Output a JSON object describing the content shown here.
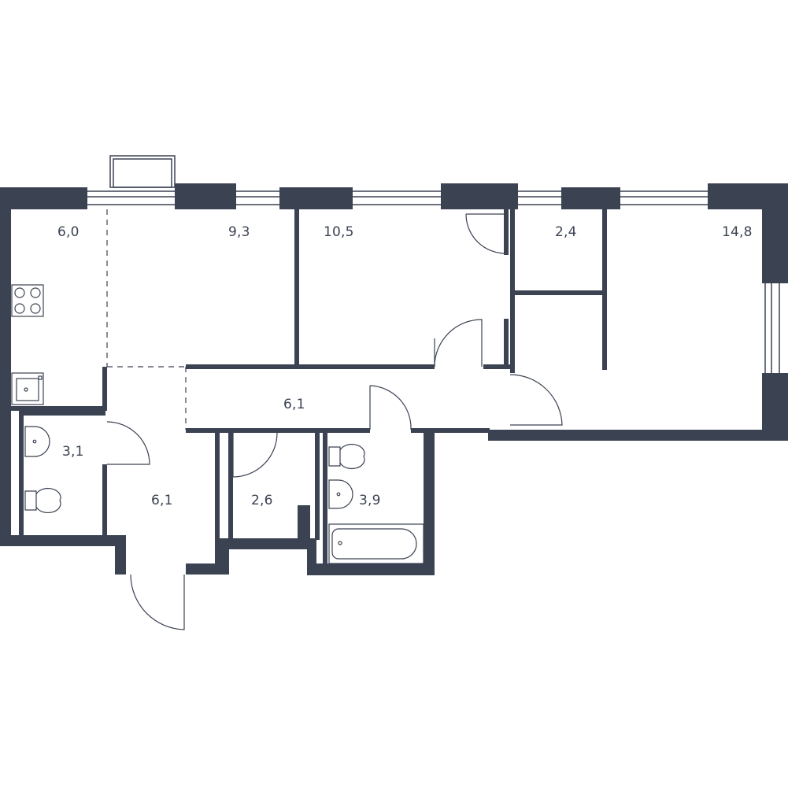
{
  "rooms": [
    {
      "id": "kitchen",
      "area": "6,0"
    },
    {
      "id": "living",
      "area": "9,3"
    },
    {
      "id": "bedroom-1",
      "area": "10,5"
    },
    {
      "id": "closet",
      "area": "2,4"
    },
    {
      "id": "bedroom-2",
      "area": "14,8"
    },
    {
      "id": "hall",
      "area": "6,1"
    },
    {
      "id": "bathroom-small",
      "area": "3,1"
    },
    {
      "id": "entrance",
      "area": "6,1"
    },
    {
      "id": "storage",
      "area": "2,6"
    },
    {
      "id": "bathroom-large",
      "area": "3,9"
    }
  ],
  "colors": {
    "wall": "#3b4252",
    "line": "#3b4252",
    "background": "#ffffff"
  }
}
